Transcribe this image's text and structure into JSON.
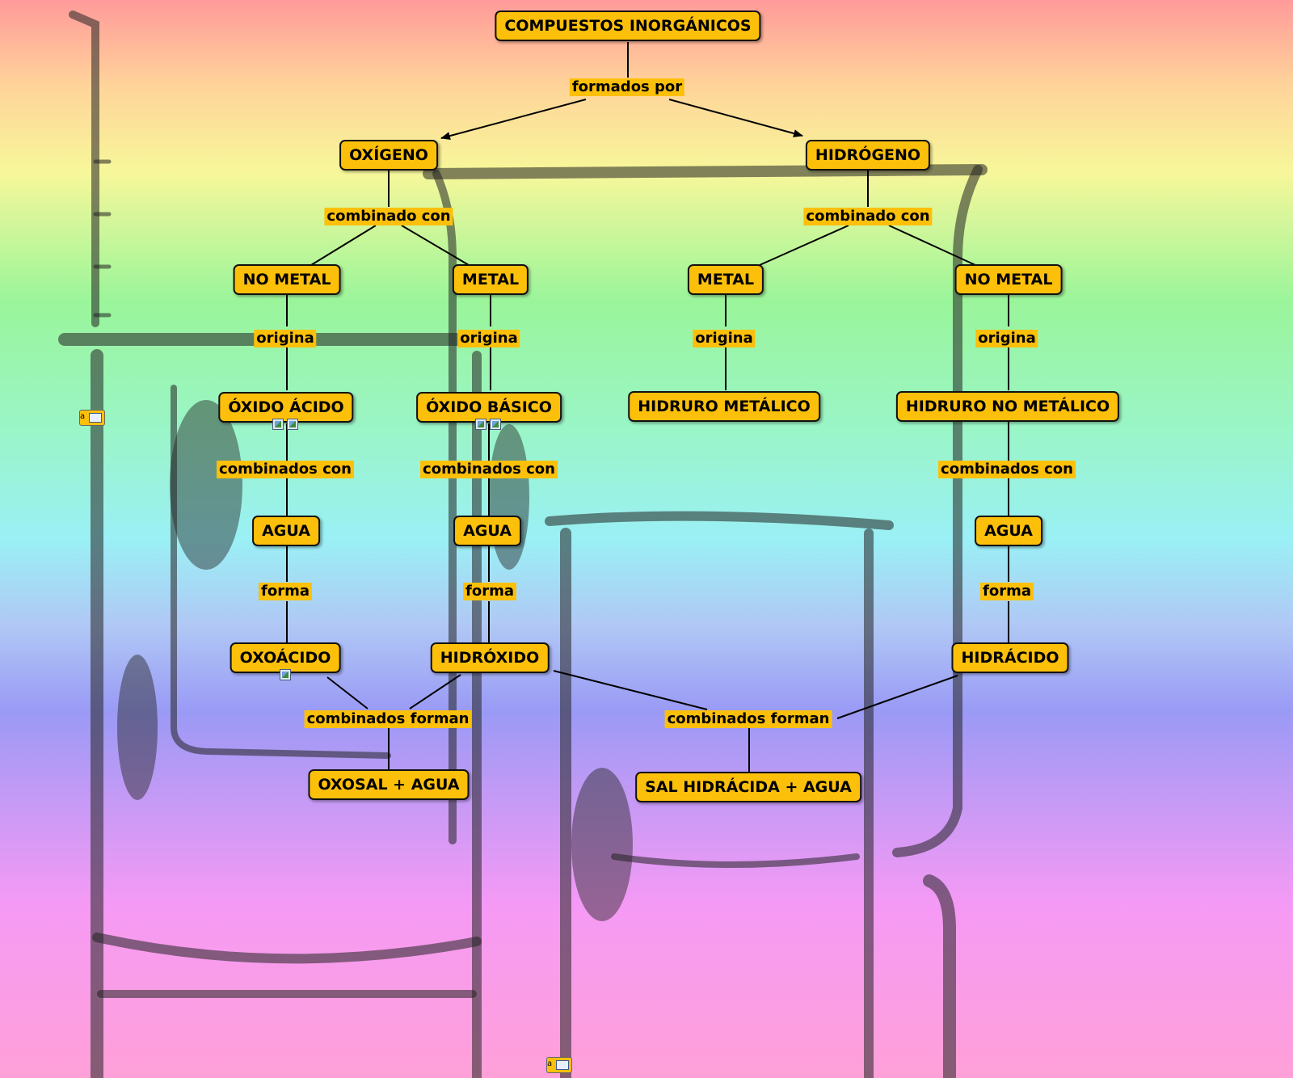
{
  "title": "COMPUESTOS INORGÁNICOS",
  "nodes": {
    "root": "COMPUESTOS INORGÁNICOS",
    "oxigeno": "OXÍGENO",
    "hidrogeno": "HIDRÓGENO",
    "o_nometal": "NO METAL",
    "o_metal": "METAL",
    "h_metal": "METAL",
    "h_nometal": "NO METAL",
    "oxido_acido": "ÓXIDO ÁCIDO",
    "oxido_basico": "ÓXIDO BÁSICO",
    "hidruro_metalico": "HIDRURO METÁLICO",
    "hidruro_nometalico": "HIDRURO NO METÁLICO",
    "agua1": "AGUA",
    "agua2": "AGUA",
    "agua3": "AGUA",
    "oxoacido": "OXOÁCIDO",
    "hidroxido": "HIDRÓXIDO",
    "hidracido": "HIDRÁCIDO",
    "oxosal": "OXOSAL + AGUA",
    "sal_hidracida": "SAL HIDRÁCIDA + AGUA"
  },
  "links": {
    "formados_por": "formados por",
    "combinado_con_o": "combinado con",
    "combinado_con_h": "combinado con",
    "origina1": "origina",
    "origina2": "origina",
    "origina3": "origina",
    "origina4": "origina",
    "combinados_con1": "combinados con",
    "combinados_con2": "combinados con",
    "combinados_con3": "combinados con",
    "forma1": "forma",
    "forma2": "forma",
    "forma3": "forma",
    "combinados_forman1": "combinados forman",
    "combinados_forman2": "combinados forman"
  },
  "icons": {
    "note_label": "a",
    "resource_icon": "image-resource-icon",
    "note_icon": "note-icon"
  },
  "colors": {
    "node_fill": "#fdc00a",
    "node_border": "#111111",
    "edge": "#000000"
  }
}
